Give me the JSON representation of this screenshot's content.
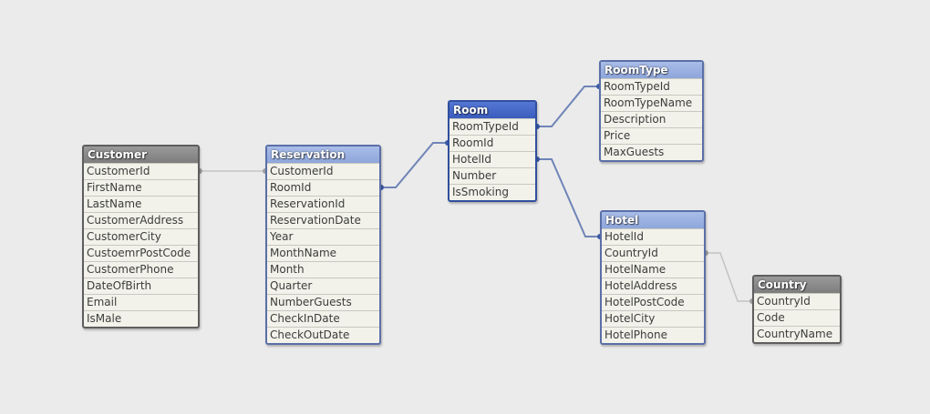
{
  "colors": {
    "background": "#ebebeb",
    "link_blue": "#6f84b8",
    "link_gray": "#c3c3c3",
    "header_gray": "#8a8a8a",
    "header_light_blue": "#9bb1e2",
    "header_dark_blue": "#4466c8"
  },
  "tables": [
    {
      "id": "customer",
      "name": "Customer",
      "header_style": "gray",
      "fields": [
        "CustomerId",
        "FirstName",
        "LastName",
        "CustomerAddress",
        "CustomerCity",
        "CustoemrPostCode",
        "CustomerPhone",
        "DateOfBirth",
        "Email",
        "IsMale"
      ]
    },
    {
      "id": "reservation",
      "name": "Reservation",
      "header_style": "light",
      "fields": [
        "CustomerId",
        "RoomId",
        "ReservationId",
        "ReservationDate",
        "Year",
        "MonthName",
        "Month",
        "Quarter",
        "NumberGuests",
        "CheckInDate",
        "CheckOutDate"
      ]
    },
    {
      "id": "room",
      "name": "Room",
      "header_style": "dark",
      "fields": [
        "RoomTypeId",
        "RoomId",
        "HotelId",
        "Number",
        "IsSmoking"
      ]
    },
    {
      "id": "roomtype",
      "name": "RoomType",
      "header_style": "light",
      "fields": [
        "RoomTypeId",
        "RoomTypeName",
        "Description",
        "Price",
        "MaxGuests"
      ]
    },
    {
      "id": "hotel",
      "name": "Hotel",
      "header_style": "light",
      "fields": [
        "HotelId",
        "CountryId",
        "HotelName",
        "HotelAddress",
        "HotelPostCode",
        "HotelCity",
        "HotelPhone"
      ]
    },
    {
      "id": "country",
      "name": "Country",
      "header_style": "gray",
      "fields": [
        "CountryId",
        "Code",
        "CountryName"
      ]
    }
  ],
  "links": [
    {
      "from": "customer.CustomerId",
      "to": "reservation.CustomerId",
      "style": "gray"
    },
    {
      "from": "reservation.RoomId",
      "to": "room.RoomId",
      "style": "blue"
    },
    {
      "from": "room.RoomTypeId",
      "to": "roomtype.RoomTypeId",
      "style": "blue"
    },
    {
      "from": "room.HotelId",
      "to": "hotel.HotelId",
      "style": "blue"
    },
    {
      "from": "hotel.CountryId",
      "to": "country.CountryId",
      "style": "gray"
    }
  ]
}
